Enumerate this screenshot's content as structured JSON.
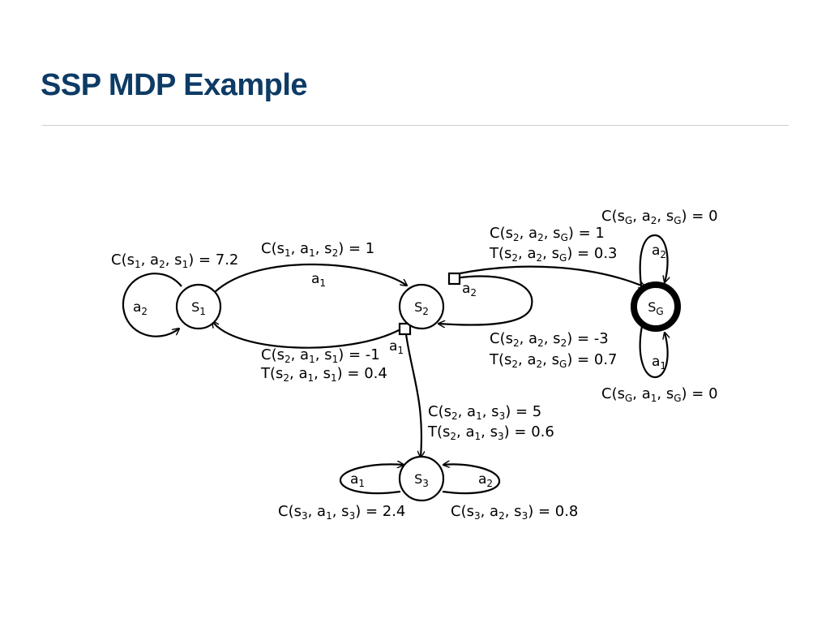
{
  "title": "SSP MDP Example",
  "states": {
    "s1": "S1",
    "s2": "S2",
    "s3": "S3",
    "sG": "SG"
  },
  "actions": {
    "a1": "a1",
    "a2": "a2"
  },
  "edge_labels": {
    "c_s1_a2_s1": "C(s1, a2, s1) = 7.2",
    "c_s1_a1_s2": "C(s1, a1, s2) = 1",
    "c_s2_a1_s1": "C(s2, a1, s1) = -1",
    "t_s2_a1_s1": "T(s2, a1, s1) = 0.4",
    "c_s2_a2_sG": "C(s2, a2, sG) = 1",
    "t_s2_a2_sG": "T(s2, a2, sG) = 0.3",
    "c_s2_a2_s2": "C(s2, a2, s2) = -3",
    "t_s2_a2_sG_2": "T(s2, a2, sG) = 0.7",
    "c_sG_a2_sG": "C(sG, a2, sG) = 0",
    "c_sG_a1_sG": "C(sG, a1, sG) = 0",
    "c_s2_a1_s3": "C(s2, a1, s3) = 5",
    "t_s2_a1_s3": "T(s2, a1, s3) = 0.6",
    "c_s3_a1_s3": "C(s3, a1, s3) = 2.4",
    "c_s3_a2_s3": "C(s3, a2, s3) = 0.8"
  }
}
